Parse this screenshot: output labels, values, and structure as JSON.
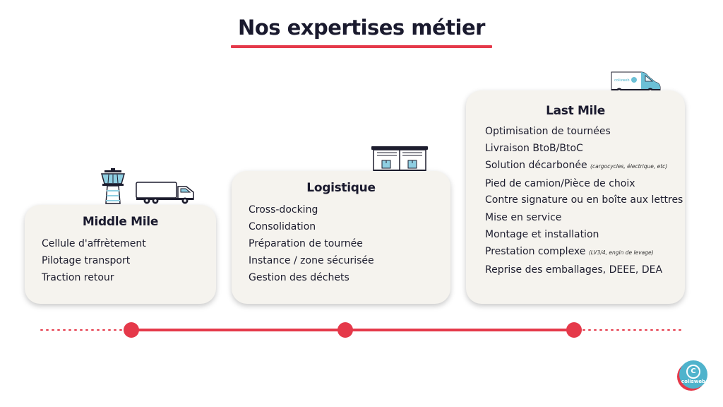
{
  "page": {
    "title": "Nos expertises métier"
  },
  "cards": {
    "middle": {
      "title": "Middle Mile",
      "items": [
        "Cellule d'affrètement",
        "Pilotage transport",
        "Traction retour"
      ]
    },
    "logistique": {
      "title": "Logistique",
      "items": [
        "Cross-docking",
        "Consolidation",
        "Préparation de tournée",
        "Instance / zone sécurisée",
        "Gestion des déchets"
      ]
    },
    "last": {
      "title": "Last Mile",
      "items": [
        "Optimisation de tournées",
        "Livraison BtoB/BtoC",
        "Solution décarbonée",
        "Pied de camion/Pièce de choix",
        "Contre signature ou en boîte aux lettres",
        "Mise en service",
        "Montage et installation",
        "Prestation complexe",
        "Reprise des emballages, DEEE, DEA"
      ],
      "notes": {
        "solution": "(cargocycles, électrique, etc)",
        "prestation": "(LV3/4, engin de levage)"
      }
    }
  },
  "van": {
    "label": "colisweb"
  },
  "logo": {
    "glyph": "C",
    "label": "colisweb"
  },
  "colors": {
    "accent": "#e5394a",
    "brand": "#4fb3cc",
    "card_bg": "#f5f3ee",
    "text": "#1a1a2e"
  },
  "icons": [
    "control-tower-icon",
    "truck-icon",
    "warehouse-icon",
    "delivery-van-icon",
    "colisweb-logo-icon"
  ]
}
